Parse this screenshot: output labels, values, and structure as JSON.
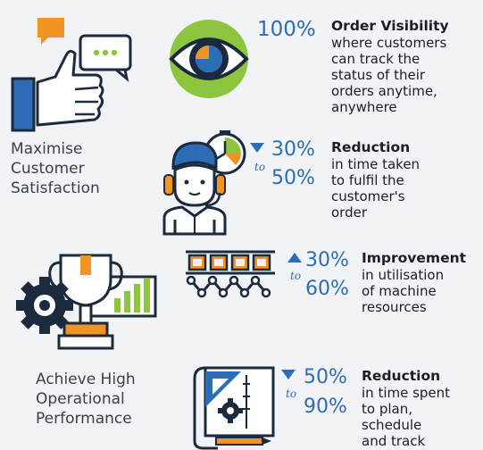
{
  "colors": {
    "blue": "#2d6db6",
    "orange": "#f29424",
    "green": "#8dc53e",
    "dark": "#1b2a3d",
    "background": "#f2f3f7"
  },
  "categories": [
    {
      "label": [
        "Maximise",
        "Customer",
        "Satisfaction"
      ],
      "icon": "thumbs-up-chat-icon"
    },
    {
      "label": [
        "Achieve High",
        "Operational",
        "Performance"
      ],
      "icon": "gear-trophy-icon"
    }
  ],
  "stats": [
    {
      "icon": "eye-pie-icon",
      "percent_main": "100%",
      "title": "Order Visibility",
      "desc": [
        "where customers",
        "can track the",
        "status of their",
        "orders anytime,",
        "anywhere"
      ]
    },
    {
      "icon": "agent-clock-icon",
      "direction": "down",
      "percent_from": "30%",
      "to": "to",
      "percent_to": "50%",
      "title": "Reduction",
      "desc": [
        "in time taken",
        "to fulfil the",
        "customer's",
        "order"
      ]
    },
    {
      "icon": "conveyor-icon",
      "direction": "up",
      "percent_from": "30%",
      "to": "to",
      "percent_to": "60%",
      "title": "Improvement",
      "desc": [
        "in utilisation",
        "of machine",
        "resources"
      ]
    },
    {
      "icon": "blueprint-gear-icon",
      "direction": "down",
      "percent_from": "50%",
      "to": "to",
      "percent_to": "90%",
      "title": "Reduction",
      "desc": [
        "in time spent",
        "to plan,",
        "schedule",
        "and track"
      ]
    }
  ]
}
